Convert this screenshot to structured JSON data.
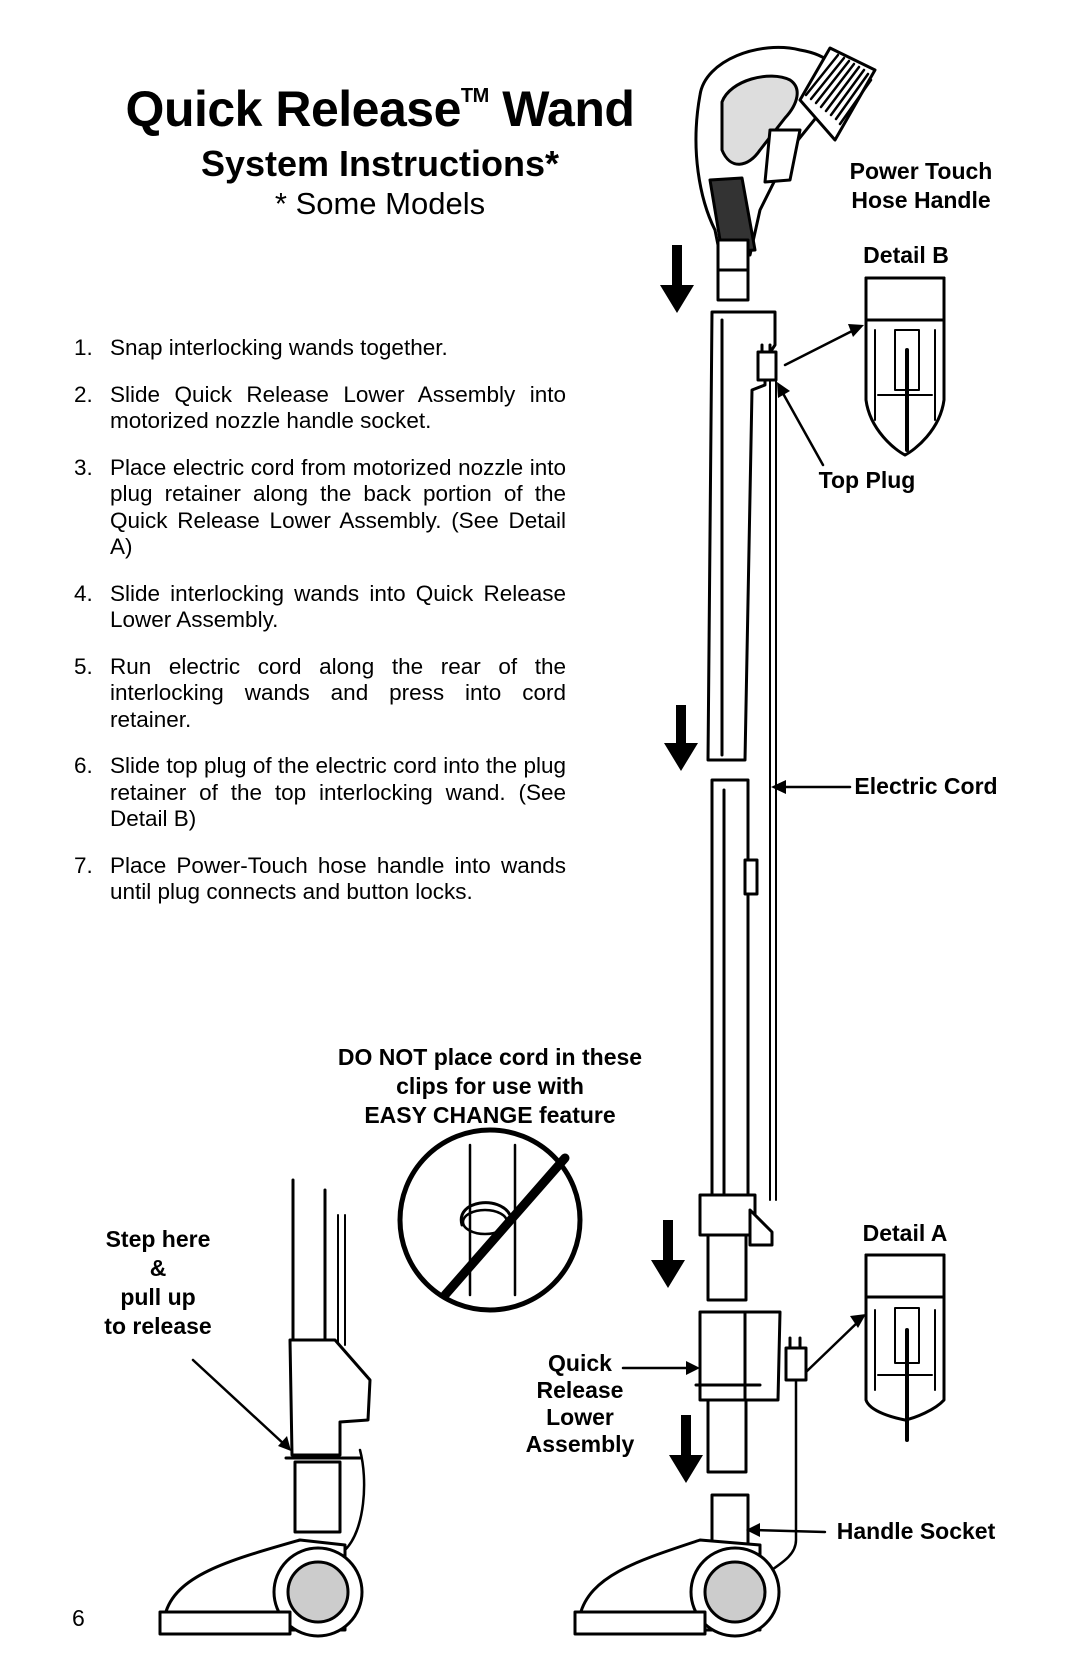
{
  "header": {
    "title": "Quick Release",
    "trademark": "TM",
    "title_suffix": "Wand",
    "subtitle": "System Instructions*",
    "note": "* Some Models"
  },
  "steps": [
    {
      "num": "1.",
      "text": "Snap interlocking wands together."
    },
    {
      "num": "2.",
      "text": "Slide Quick Release Lower Assembly into motorized nozzle handle socket."
    },
    {
      "num": "3.",
      "text": "Place electric cord from motorized nozzle into plug retainer along the back portion of the Quick Release Lower Assembly. (See Detail A)"
    },
    {
      "num": "4.",
      "text": "Slide interlocking wands into Quick Release Lower Assembly."
    },
    {
      "num": "5.",
      "text": "Run electric cord along the rear of the interlocking wands and press into cord retainer."
    },
    {
      "num": "6.",
      "text": "Slide top plug of the electric cord into the plug retainer of the top interlocking wand. (See Detail B)"
    },
    {
      "num": "7.",
      "text": "Place Power-Touch hose handle into wands until plug connects and button locks."
    }
  ],
  "labels": {
    "hose_handle_1": "Power Touch",
    "hose_handle_2": "Hose Handle",
    "detail_b": "Detail B",
    "top_plug": "Top Plug",
    "electric_cord": "Electric Cord",
    "warning_1": "DO NOT place cord in these",
    "warning_2": "clips for use with",
    "warning_3": "EASY CHANGE feature",
    "step_here_1": "Step here",
    "step_here_2": "&",
    "step_here_3": "pull up",
    "step_here_4": "to release",
    "detail_a": "Detail A",
    "qr_1": "Quick",
    "qr_2": "Release",
    "qr_3": "Lower",
    "qr_4": "Assembly",
    "handle_socket": "Handle Socket"
  },
  "footer": {
    "page_number": "6"
  }
}
